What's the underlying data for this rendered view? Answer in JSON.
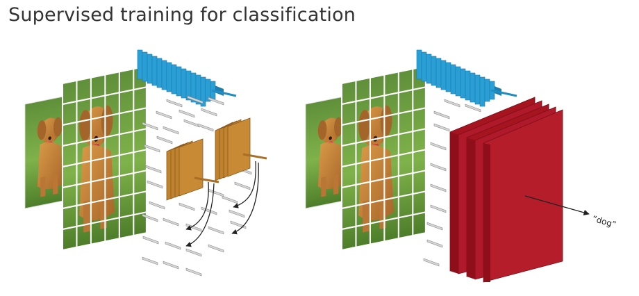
{
  "title": "Supervised training for classification",
  "output_label": "“dog”",
  "colors": {
    "blue_filter": "#2a9fd6",
    "orange_filter": "#c0822f",
    "red_filter": "#b0192a",
    "grid_line": "#ffffff",
    "photo_green": "#6aa84f",
    "photo_dog": "#c88a3a"
  },
  "panels": [
    {
      "name": "left",
      "filter_type": "orange-filters"
    },
    {
      "name": "right",
      "filter_type": "red-filter-stack"
    }
  ]
}
